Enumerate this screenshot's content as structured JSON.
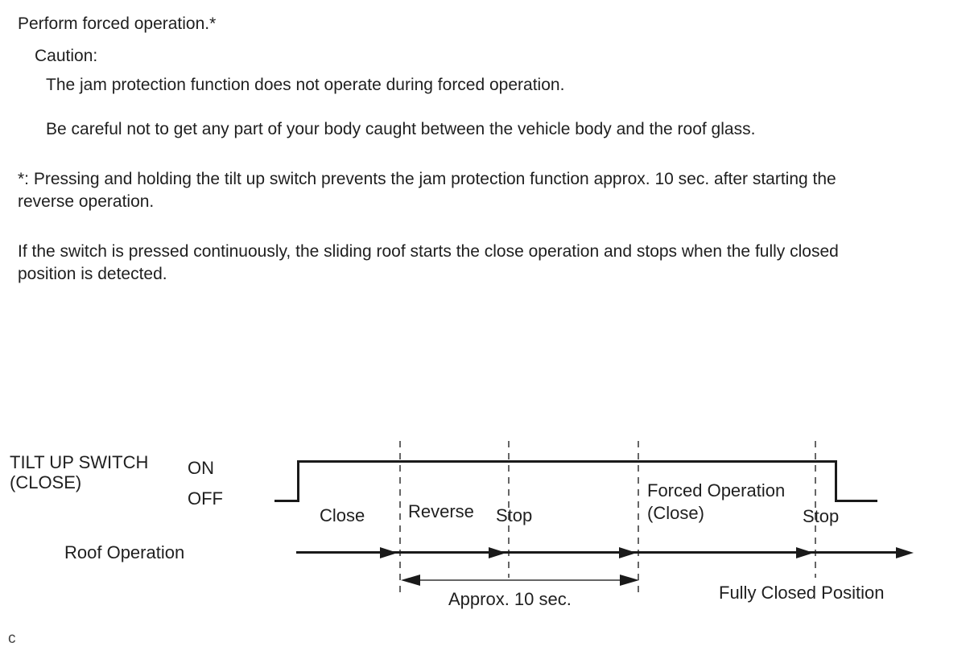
{
  "document": {
    "paragraphs": [
      {
        "lines": [
          "Perform forced operation.*"
        ]
      },
      {
        "lines": [
          "Caution:"
        ]
      },
      {
        "lines": [
          "The jam protection function does not operate during forced operation."
        ]
      },
      {
        "lines": [
          "Be careful not to get any part of your body caught between the vehicle body and the roof glass."
        ]
      },
      {
        "lines": [
          "*: Pressing and holding the tilt up switch prevents the jam protection function approx. 10 sec. after starting the",
          "reverse operation."
        ]
      },
      {
        "lines": [
          "If the switch is pressed continuously, the sliding roof starts the close operation and stops when the fully closed",
          "position is detected."
        ]
      }
    ],
    "footer_mark": "c"
  },
  "diagram": {
    "switch_label": {
      "line1": "TILT UP SWITCH",
      "line2": "(CLOSE)"
    },
    "signal_states": {
      "on": "ON",
      "off": "OFF"
    },
    "timeline_label": "Roof Operation",
    "phases": {
      "close": "Close",
      "reverse": "Reverse",
      "stop_1": "Stop",
      "forced_operation_line1": "Forced Operation",
      "forced_operation_line2": "(Close)",
      "stop_2": "Stop"
    },
    "duration_label": "Approx. 10 sec.",
    "position_label": "Fully Closed Position",
    "colors": {
      "signal_line": "#1a1a1a",
      "dashed_guide": "#666666",
      "text": "#1f1f1f"
    }
  }
}
